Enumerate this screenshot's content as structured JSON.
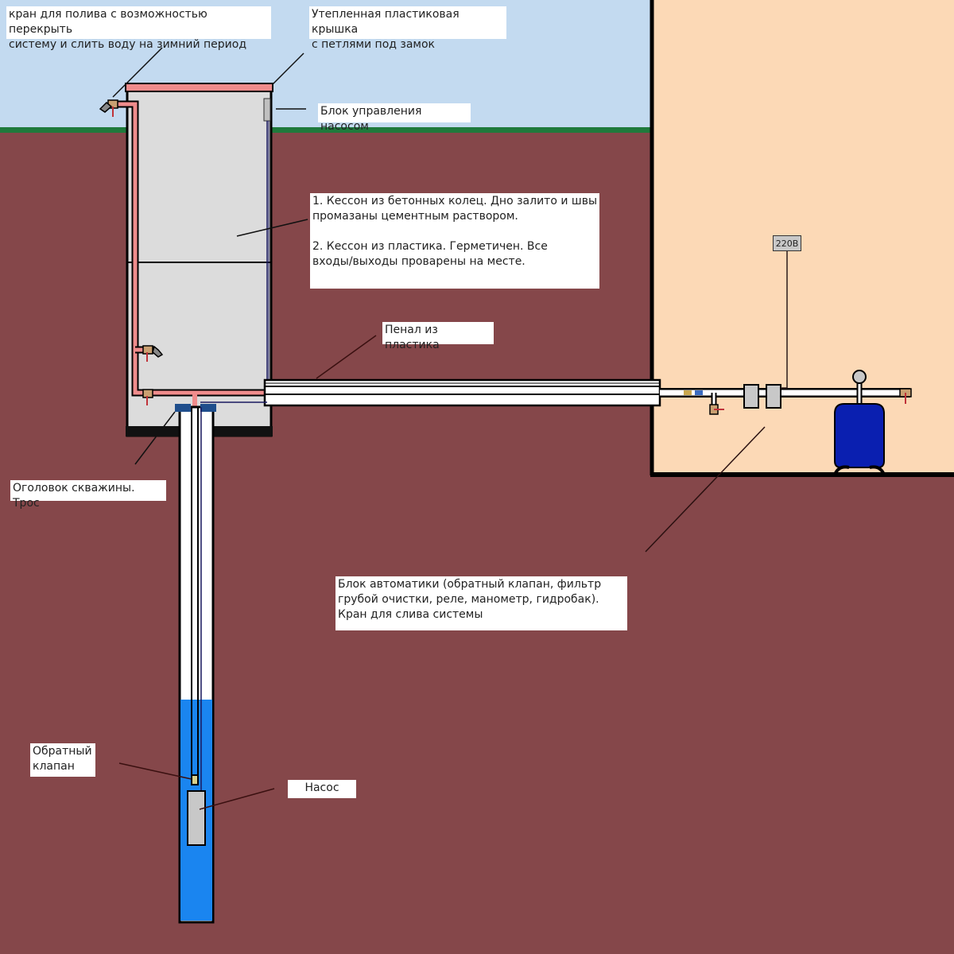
{
  "title": "Схема водоснабжения из скважины с кессоном",
  "labels": {
    "faucet": "кран для полива с возможностью перекрыть\nсистему и слить воду на зимний период",
    "lid": "Утепленная пластиковая крышка\nс петлями под замок",
    "pump_control": "Блок управления насосом",
    "caisson": "1. Кессон из бетонных колец. Дно залито и швы\nпромазаны цементным раствором.\n\n2. Кессон из пластика. Герметичен. Все\nвходы/выходы проварены на месте.",
    "sleeve": "Пенал из пластика",
    "wellhead": "Оголовок скважины. Трос",
    "automation": "Блок автоматики (обратный клапан, фильтр\nгрубой очистки, реле, манометр, гидробак).\nКран для слива системы",
    "check_valve": "Обратный\nклапан",
    "pump": "Насос",
    "voltage": "220В"
  },
  "colors": {
    "sky": "#c3daf0",
    "grass": "#1f7a3c",
    "soil": "#85474a",
    "house": "#fcd9b6",
    "caisson": "#dcdcdc",
    "pipe_hot": "#f08c8c",
    "water": "#1a85f0",
    "tank": "#0a1fb0",
    "fitting": "#c9a071"
  }
}
